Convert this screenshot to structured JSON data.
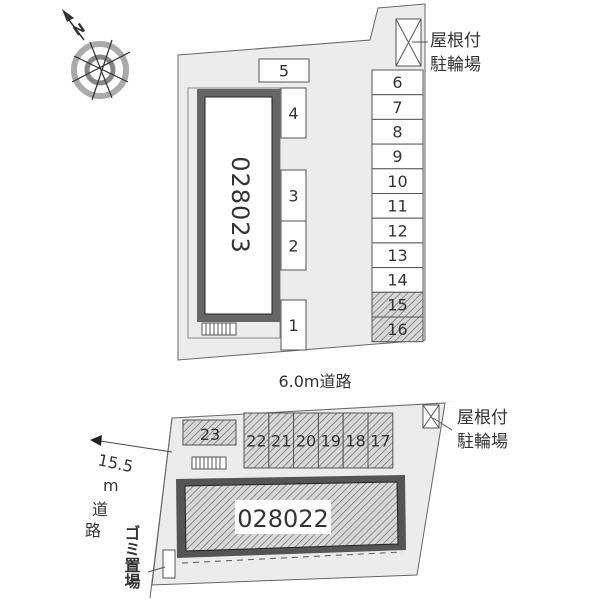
{
  "colors": {
    "lot": "#ececec",
    "building_border": "#555555",
    "outline": "#555555",
    "hatch": "#888888"
  },
  "compass": {
    "north_label": "N"
  },
  "top_site": {
    "building_id": "028023",
    "bike_label_line1": "屋根付",
    "bike_label_line2": "駐輪場",
    "spots_left": [
      "1",
      "2",
      "3",
      "4",
      "5"
    ],
    "spots_right": [
      {
        "label": "6",
        "occupied": false
      },
      {
        "label": "7",
        "occupied": false
      },
      {
        "label": "8",
        "occupied": false
      },
      {
        "label": "9",
        "occupied": false
      },
      {
        "label": "10",
        "occupied": false
      },
      {
        "label": "11",
        "occupied": false
      },
      {
        "label": "12",
        "occupied": false
      },
      {
        "label": "13",
        "occupied": false
      },
      {
        "label": "14",
        "occupied": false
      },
      {
        "label": "15",
        "occupied": true
      },
      {
        "label": "16",
        "occupied": true
      }
    ]
  },
  "road_top": "6.0m道路",
  "bottom_site": {
    "building_id": "028022",
    "bike_label_line1": "屋根付",
    "bike_label_line2": "駐輪場",
    "spot_23": "23",
    "spots_row": [
      "22",
      "21",
      "20",
      "19",
      "18",
      "17"
    ],
    "garbage_label": "ゴミ置場",
    "road_left": [
      "15.5",
      "m",
      "道",
      "路"
    ]
  }
}
